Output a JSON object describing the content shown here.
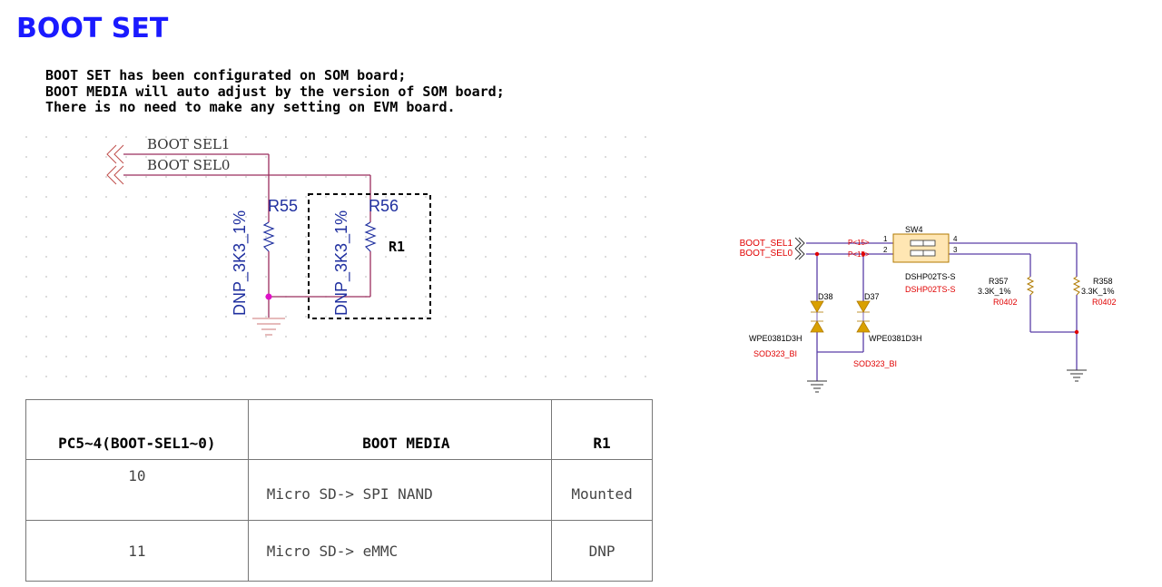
{
  "page": {
    "title": "BOOT SET",
    "notes": [
      "BOOT SET has been configurated on SOM board;",
      "BOOT MEDIA will auto adjust by the version of SOM board;",
      "There is no need to make any setting on EVM board."
    ]
  },
  "left_schematic": {
    "nets": [
      "BOOT SEL1",
      "BOOT SEL0"
    ],
    "resistors": [
      {
        "ref": "R55",
        "value": "DNP_3K3_1%"
      },
      {
        "ref": "R56",
        "value": "DNP_3K3_1%"
      }
    ],
    "option_label": "R1"
  },
  "right_schematic": {
    "nets": [
      "BOOT_SEL1",
      "BOOT_SEL0"
    ],
    "net_tags": [
      "P<15>",
      "P<15>"
    ],
    "switch": {
      "ref": "SW4",
      "part": "DSHP02TS-S",
      "part_alt": "DSHP02TS-S",
      "pins": [
        "1",
        "2",
        "4",
        "3"
      ]
    },
    "diodes": [
      {
        "ref": "D38",
        "part": "WPE0381D3H",
        "package": "SOD323_BI"
      },
      {
        "ref": "D37",
        "part": "WPE0381D3H",
        "package": "SOD323_BI"
      }
    ],
    "resistors": [
      {
        "ref": "R357",
        "value": "3.3K_1%",
        "package": "R0402"
      },
      {
        "ref": "R358",
        "value": "3.3K_1%",
        "package": "R0402"
      }
    ]
  },
  "table": {
    "headers": [
      "PC5~4(BOOT-SEL1~0)",
      "BOOT MEDIA",
      "R1"
    ],
    "rows": [
      [
        "10",
        "Micro SD-> SPI NAND",
        "Mounted"
      ],
      [
        "11",
        "Micro SD-> eMMC",
        "DNP"
      ]
    ]
  },
  "colors": {
    "title": "#1a1aff",
    "wire_left": "#9b2d5e",
    "wire_right": "#5a3fa8",
    "component": "#1f2f9f",
    "junction": "#e010c8",
    "red_text": "#e00000",
    "diode": "#d9a000"
  }
}
